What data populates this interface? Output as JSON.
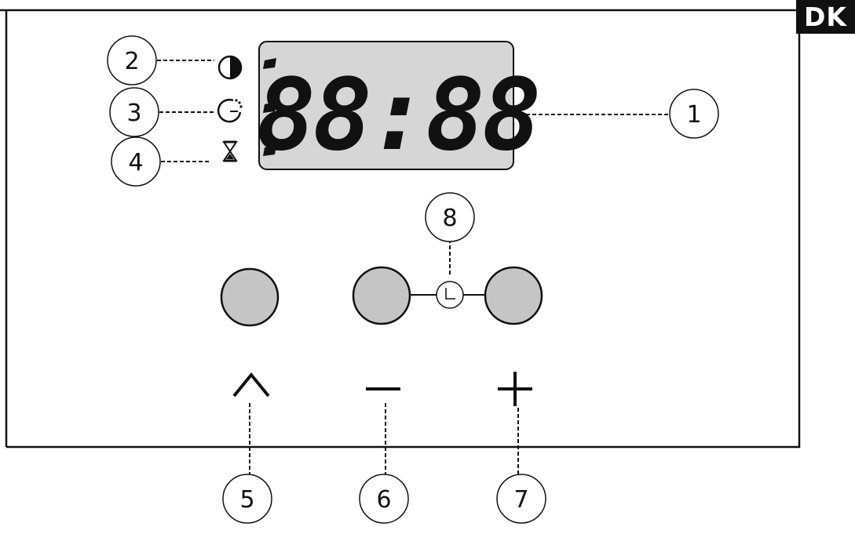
{
  "language_tag": "DK",
  "display": {
    "digits": "88:88"
  },
  "callouts": {
    "c1": "1",
    "c2": "2",
    "c3": "3",
    "c4": "4",
    "c5": "5",
    "c6": "6",
    "c7": "7",
    "c8": "8"
  },
  "indicators": [
    {
      "icon": "pie-clock-icon"
    },
    {
      "icon": "countdown-timer-icon"
    },
    {
      "icon": "hourglass-icon"
    }
  ],
  "buttons": [
    {
      "icon": "chevron-up-icon"
    },
    {
      "icon": "minus-icon"
    },
    {
      "icon": "plus-icon"
    }
  ],
  "colors": {
    "display_background": "#d6d6d6",
    "button_fill": "#c5c5c5",
    "line": "#111111",
    "tag_background": "#111111",
    "tag_text": "#ffffff"
  }
}
